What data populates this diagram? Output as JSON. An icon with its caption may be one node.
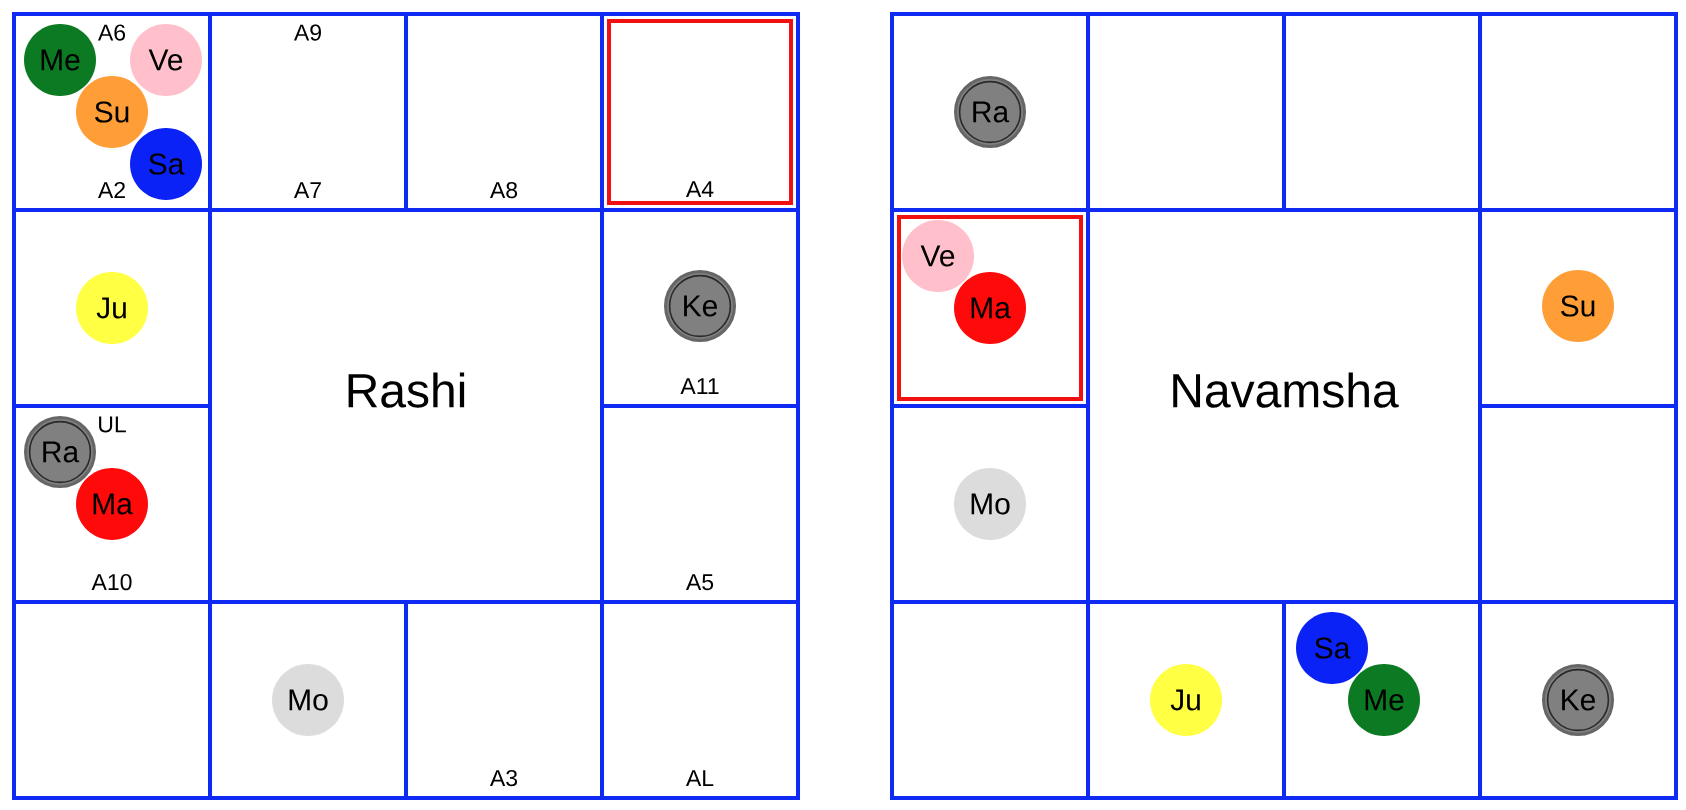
{
  "diagram": {
    "nodes": [
      {
        "text": [
          "A6",
          "A2"
        ]
      },
      {
        "text": [
          "Me"
        ],
        "in": 0
      },
      {
        "text": [
          "Ve"
        ],
        "in": 0
      },
      {
        "text": [
          "Su"
        ],
        "in": 0
      },
      {
        "text": [
          "Sa"
        ],
        "in": 0
      },
      {
        "text": [
          "A9",
          "A7"
        ]
      },
      {
        "text": [
          "A8"
        ]
      },
      {
        "text": [],
        "shape": "box"
      },
      {
        "text": [
          "A4"
        ],
        "in": 7
      },
      {
        "text": [],
        "shape": "box"
      },
      {
        "text": [
          "Ju"
        ],
        "in": 9
      },
      {
        "text": [
          "Rashi"
        ]
      },
      {
        "text": [
          "A11"
        ]
      },
      {
        "text": [
          "Ke"
        ],
        "in": 12
      },
      {
        "text": [
          "UL",
          "A10"
        ]
      },
      {
        "text": [
          "Ra"
        ],
        "in": 14
      },
      {
        "text": [
          "Ma"
        ],
        "in": 14
      },
      {
        "text": [
          "A5"
        ]
      },
      {
        "text": [],
        "shape": "box"
      },
      {
        "text": [],
        "shape": "box"
      },
      {
        "text": [
          "Mo"
        ],
        "in": 19
      },
      {
        "text": [
          "A3"
        ]
      },
      {
        "text": [
          "AL"
        ]
      },
      {
        "text": [],
        "shape": "box"
      },
      {
        "text": [
          "Ra"
        ],
        "in": 23
      },
      {
        "text": [],
        "shape": "box"
      },
      {
        "text": [],
        "shape": "box"
      },
      {
        "text": [],
        "shape": "box"
      },
      {
        "text": [],
        "shape": "box"
      },
      {
        "text": [],
        "shape": "box",
        "in": 28
      },
      {
        "text": [
          "Ve"
        ],
        "in": 29
      },
      {
        "text": [
          "Ma"
        ],
        "in": 29
      },
      {
        "text": [
          "Navamsha"
        ]
      },
      {
        "text": [],
        "shape": "box"
      },
      {
        "text": [
          "Su"
        ],
        "in": 33
      },
      {
        "text": [],
        "shape": "box"
      },
      {
        "text": [
          "Mo"
        ],
        "in": 35
      },
      {
        "text": [],
        "shape": "box"
      },
      {
        "text": [],
        "shape": "box"
      },
      {
        "text": [],
        "shape": "box"
      },
      {
        "text": [
          "Ju"
        ],
        "in": 39
      },
      {
        "text": [],
        "shape": "box"
      },
      {
        "text": [
          "Sa"
        ],
        "in": 41
      },
      {
        "text": [
          "Me"
        ],
        "in": 41
      },
      {
        "text": [],
        "shape": "box"
      },
      {
        "text": [
          "Ke"
        ],
        "in": 44
      }
    ]
  }
}
